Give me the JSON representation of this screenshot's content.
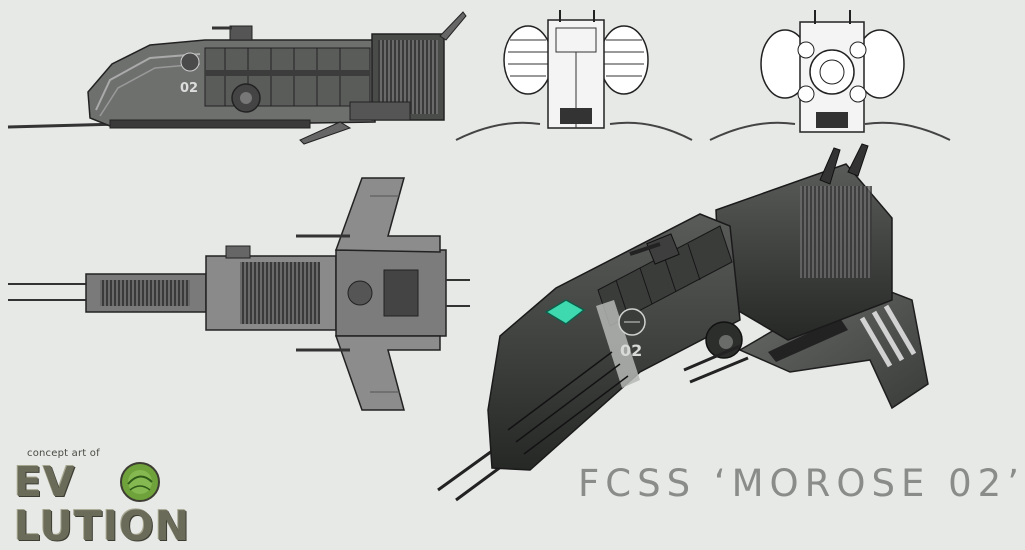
{
  "logo": {
    "tagline": "concept art of",
    "word_prefix": "EV",
    "word_suffix": "LUTION",
    "emblem_icon": "green-planet-emblem",
    "emblem_color": "#6fa23a"
  },
  "title": "FCSS ‘MOROSE 02’",
  "hull_marking": "02",
  "colors": {
    "background": "#e7e9e6",
    "hull_dark": "#2e302e",
    "hull_mid": "#4a4c4a",
    "blueprint_gray": "#8c8c8c",
    "cockpit_glow": "#3fd9b0"
  }
}
